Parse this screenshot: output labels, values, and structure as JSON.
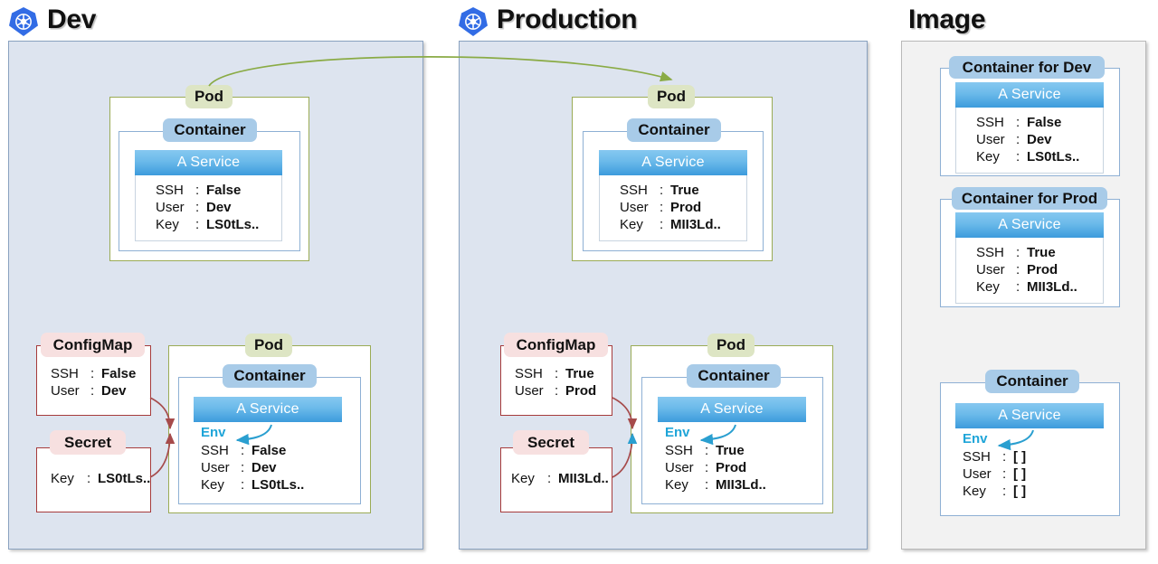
{
  "sections": [
    {
      "id": "dev",
      "title": "Dev",
      "icon": "kubernetes-logo"
    },
    {
      "id": "prod",
      "title": "Production",
      "icon": "kubernetes-logo"
    },
    {
      "id": "img",
      "title": "Image",
      "icon": "none"
    }
  ],
  "labels": {
    "pod": "Pod",
    "container": "Container",
    "container_for_dev": "Container for Dev",
    "container_for_prod": "Container for Prod",
    "service": "A Service",
    "configmap": "ConfigMap",
    "secret": "Secret",
    "env": "Env",
    "ssh": "SSH",
    "user": "User",
    "key": "Key",
    "colon": ":"
  },
  "values": {
    "dev": {
      "ssh": "False",
      "user": "Dev",
      "key": "LS0tLs.."
    },
    "prod": {
      "ssh": "True",
      "user": "Prod",
      "key": "MII3Ld.."
    },
    "empty": {
      "ssh": "[     ]",
      "user": "[     ]",
      "key": "[     ]"
    }
  },
  "colors": {
    "panel_bg": "#dde4ef",
    "panel_border": "#8aa2c0",
    "image_bg": "#f2f2f2",
    "image_border": "#b9b9b9",
    "pod_chip": "#dde5c4",
    "pod_border": "#9aab55",
    "container_chip": "#a8cbe8",
    "container_border": "#8eb0d4",
    "configmap_chip": "#f7e0e0",
    "configmap_border": "#a63b3b",
    "service_header_top": "#86c8f0",
    "service_header_bottom": "#3c9bdc",
    "env_text": "#1fa5d8",
    "promote_arrow": "#8aab45",
    "inject_arrow": "#a64b4b",
    "k8s_blue": "#326ce5"
  },
  "flows": {
    "promote": "dev-pod-to-prod-pod",
    "inject_dev": "configmap-secret-to-dev-pod-env",
    "inject_prod": "configmap-secret-to-prod-pod-env",
    "env_binding": "service-reads-env"
  }
}
